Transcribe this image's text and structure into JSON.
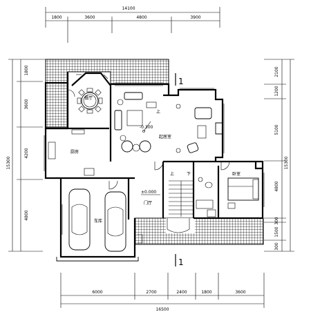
{
  "dimensions": {
    "top_total": "14100",
    "top_segments": [
      "1800",
      "3600",
      "4800",
      "3900"
    ],
    "bottom_segments": [
      "6000",
      "2700",
      "2400",
      "1800",
      "3600"
    ],
    "bottom_total": "16500",
    "left_segments": [
      "1800",
      "3600",
      "4200",
      "4800"
    ],
    "left_total": "15300",
    "right_segments": [
      "2100",
      "1200",
      "5100",
      "4800",
      "300",
      "1500",
      "300"
    ],
    "right_total": "15300"
  },
  "rooms": {
    "dining": "餐厅",
    "kitchen": "厨房",
    "living": "起居室",
    "garage": "车库",
    "bedroom": "卧室",
    "hall": "门厅"
  },
  "elevations": {
    "living_level": "-0.300",
    "hall_level": "±0.000"
  },
  "stair_marks": {
    "up_living": "上",
    "up_stair": "上",
    "down_stair": "下"
  },
  "section_marks": {
    "top": "1",
    "bottom": "1"
  }
}
